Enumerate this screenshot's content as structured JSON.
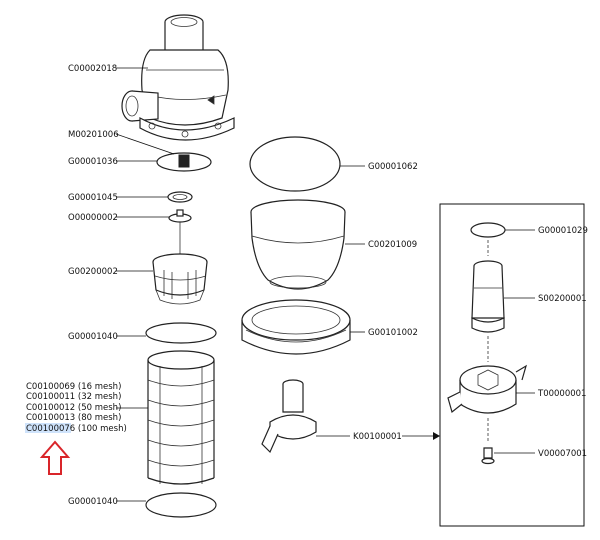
{
  "labels": {
    "head": "C00002018",
    "head_screw": "M00201006",
    "head_oring": "G00001036",
    "gasket_small": "G00001045",
    "valve_disc": "O00000002",
    "screen_seat": "G00200002",
    "screen_top_oring": "G00001040",
    "screen_bottom_oring": "G00001040",
    "bowl_oring": "G00001062",
    "bowl": "C00201009",
    "bowl_ring": "G00101002",
    "flush_kit": "K00100001"
  },
  "screens": [
    {
      "code": "C00100069",
      "mesh": "(16 mesh)"
    },
    {
      "code": "C00100011",
      "mesh": "(32 mesh)"
    },
    {
      "code": "C00100012",
      "mesh": "(50 mesh)"
    },
    {
      "code": "C00100013",
      "mesh": "(80 mesh)"
    },
    {
      "code": "C00100076",
      "mesh": "(100 mesh)"
    }
  ],
  "detail": {
    "oring": "G00001029",
    "stem": "S00200001",
    "handle": "T00000001",
    "valve": "V00007001"
  },
  "colors": {
    "arrow": "#d9252a",
    "highlight": "#cfe3fb",
    "line": "#111111"
  }
}
